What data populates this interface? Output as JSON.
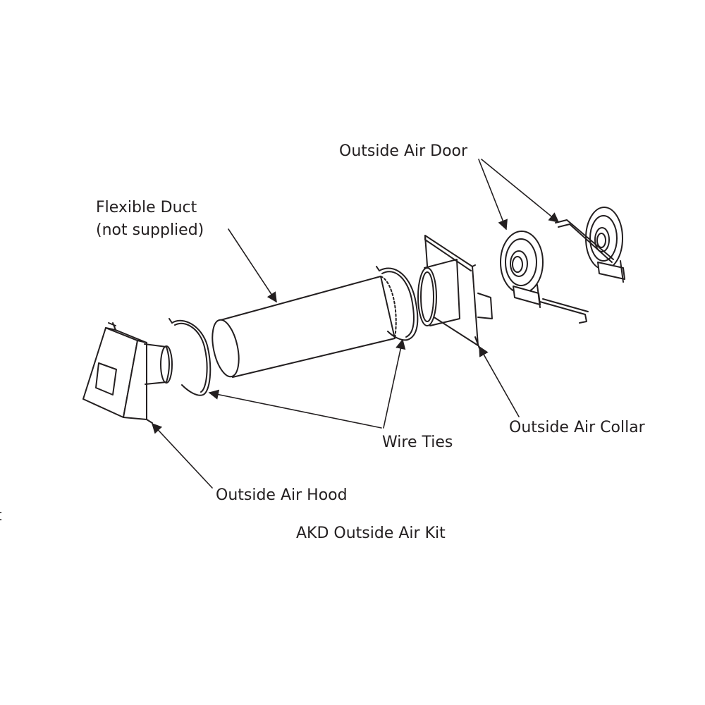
{
  "labels": {
    "outside_air_door": "Outside Air Door",
    "flexible_duct": "Flexible Duct",
    "not_supplied": "(not supplied)",
    "outside_air_collar": "Outside Air Collar",
    "wire_ties": "Wire Ties",
    "outside_air_hood": "Outside Air Hood",
    "kit_title": "AKD Outside Air Kit",
    "edge_fragment": "t"
  },
  "colors": {
    "line": "#231f20",
    "background": "#ffffff",
    "shade": "#f0f0f0"
  }
}
